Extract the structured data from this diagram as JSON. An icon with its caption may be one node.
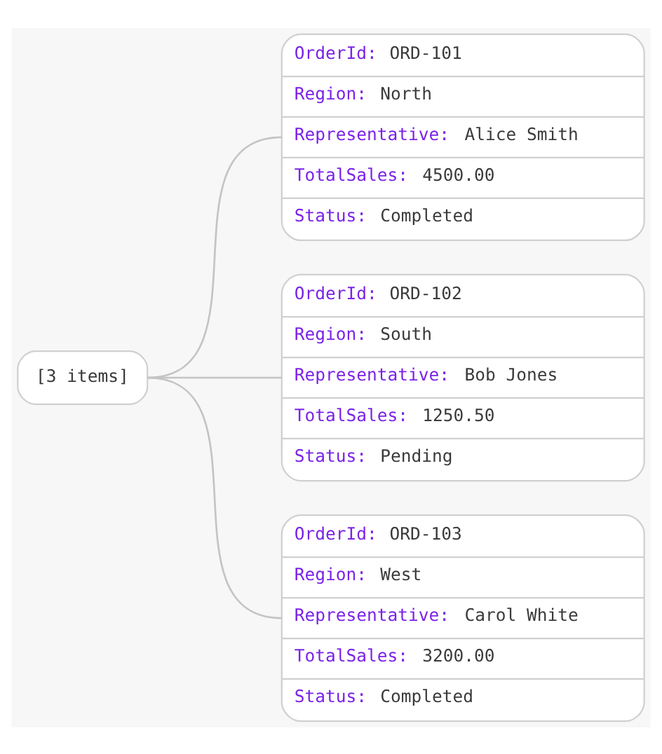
{
  "diagram": {
    "nodes": [
      {
        "text": [
          "[3 items]"
        ]
      },
      {
        "text": [
          "OrderId: ORD-101",
          "Region: North",
          "Representative: Alice Smith",
          "TotalSales: 4500.00",
          "Status: Completed"
        ]
      },
      {
        "text": [
          "OrderId: ORD-102",
          "Region: South",
          "Representative: Bob Jones",
          "TotalSales: 1250.50",
          "Status: Pending"
        ]
      },
      {
        "text": [
          "OrderId: ORD-103",
          "Region: West",
          "Representative: Carol White",
          "TotalSales: 3200.00",
          "Status: Completed"
        ]
      }
    ],
    "edges": [
      {
        "from": 0,
        "to": 1,
        "arrow": "none"
      },
      {
        "from": 0,
        "to": 2,
        "arrow": "none"
      },
      {
        "from": 0,
        "to": 3,
        "arrow": "none"
      }
    ]
  }
}
